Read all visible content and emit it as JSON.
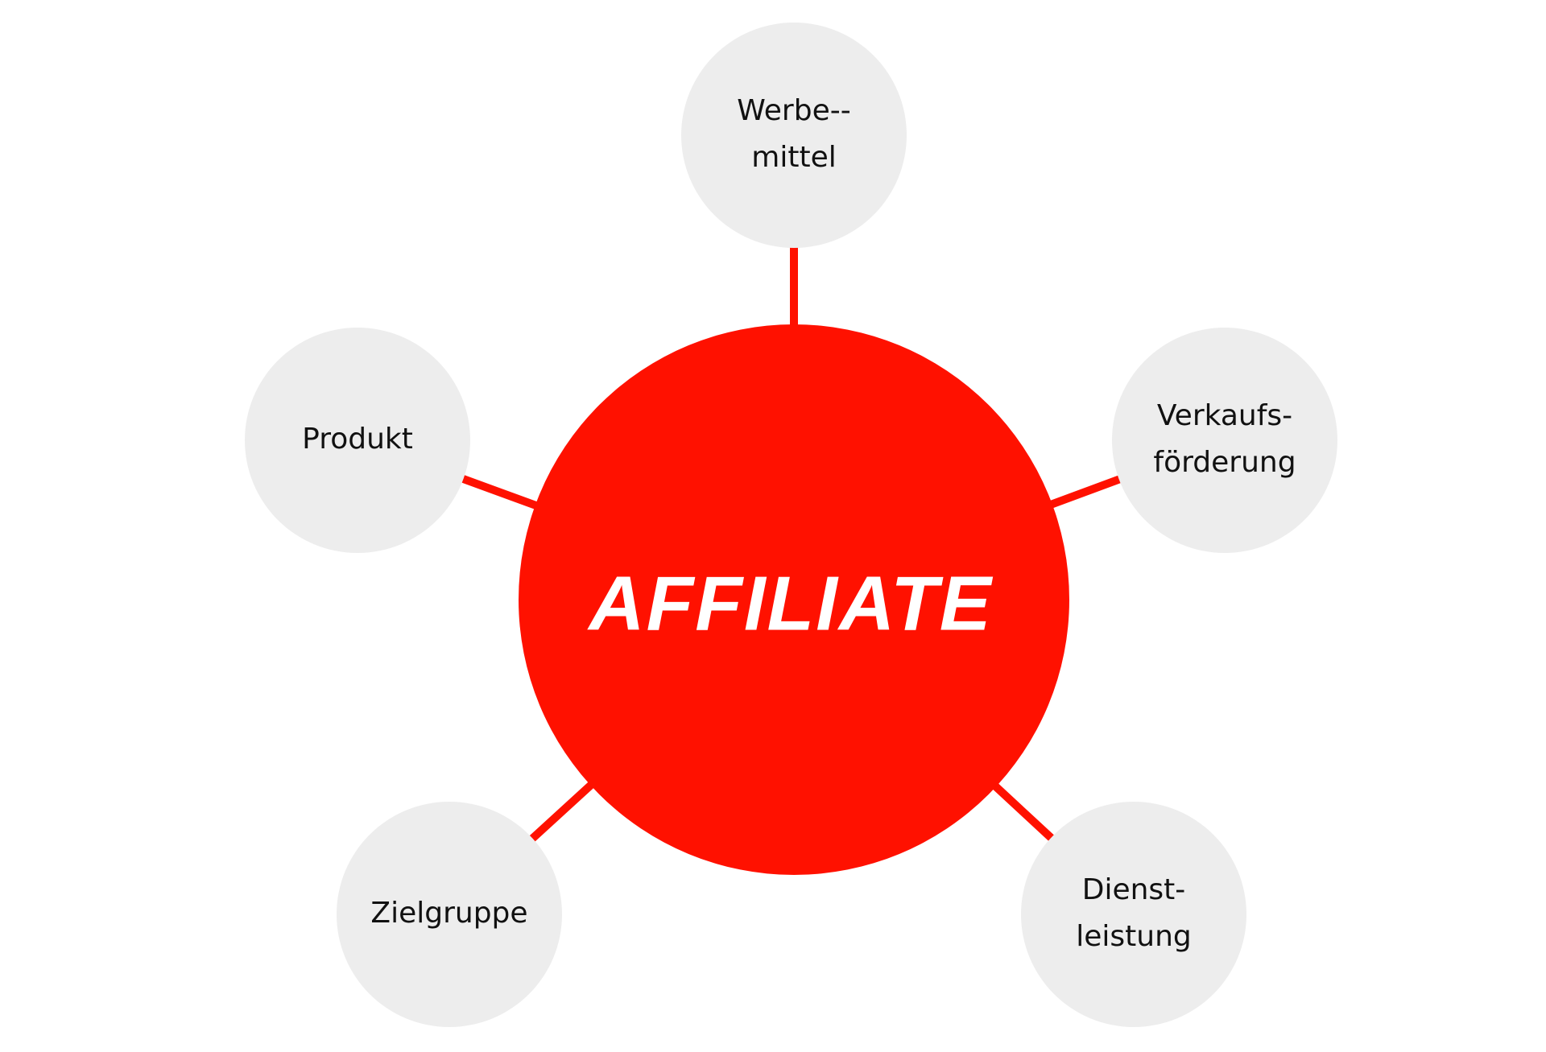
{
  "colors": {
    "hub_fill": "#ff1100",
    "connector": "#ff1100",
    "satellite_fill": "#ededed",
    "satellite_text": "#111111",
    "hub_text": "#ffffff"
  },
  "hub": {
    "label": "AFFILIATE"
  },
  "satellites": [
    {
      "id": "werbemittel",
      "lines": [
        "Werbe--",
        "mittel"
      ]
    },
    {
      "id": "verkaufsfoerderung",
      "lines": [
        "Verkaufs-",
        "förderung"
      ]
    },
    {
      "id": "dienstleistung",
      "lines": [
        "Dienst-",
        "leistung"
      ]
    },
    {
      "id": "zielgruppe",
      "lines": [
        "Zielgruppe"
      ]
    },
    {
      "id": "produkt",
      "lines": [
        "Produkt"
      ]
    }
  ]
}
